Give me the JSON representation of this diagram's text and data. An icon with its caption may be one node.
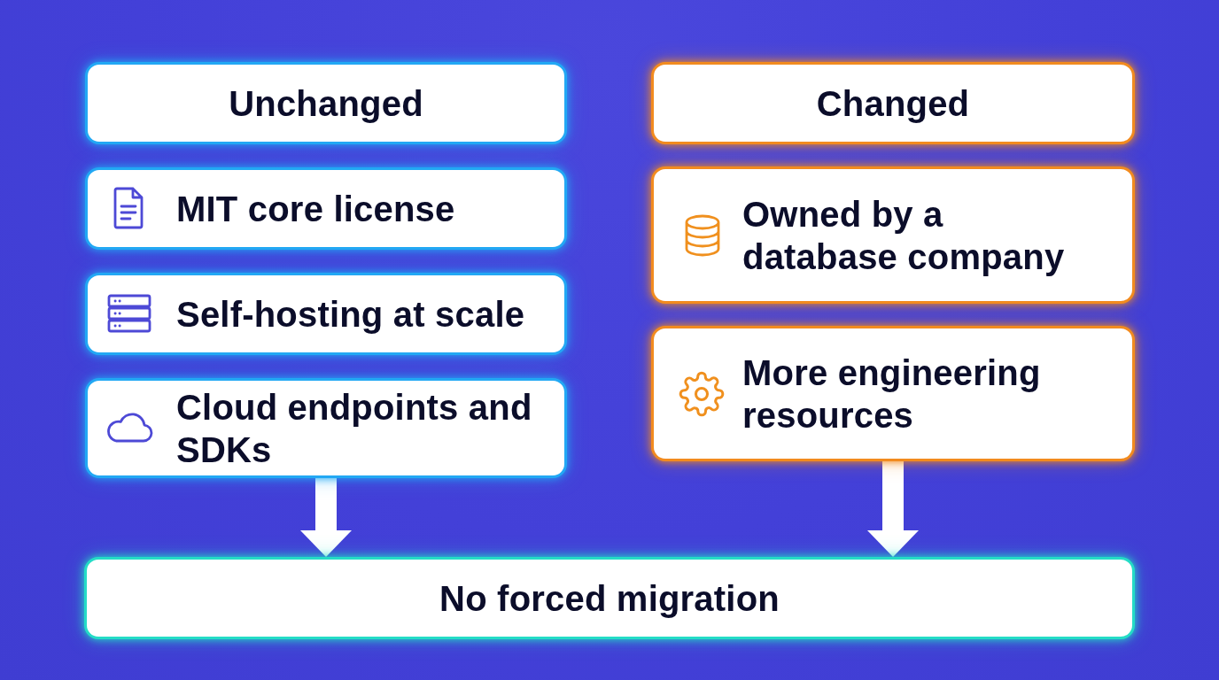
{
  "diagram": {
    "nodes": [
      {
        "text": [
          "Unchanged"
        ]
      },
      {
        "text": [
          "MIT core license"
        ]
      },
      {
        "text": [
          "Self-hosting at scale"
        ]
      },
      {
        "text": [
          "Cloud endpoints and SDKs"
        ]
      },
      {
        "text": [
          "Changed"
        ]
      },
      {
        "text": [
          "Owned by a database company"
        ]
      },
      {
        "text": [
          "More engineering resources"
        ]
      },
      {
        "text": [
          "No forced migration"
        ]
      }
    ],
    "edges": [
      {
        "from": 3,
        "to": 7,
        "arrow": "to"
      },
      {
        "from": 6,
        "to": 7,
        "arrow": "to"
      }
    ]
  }
}
